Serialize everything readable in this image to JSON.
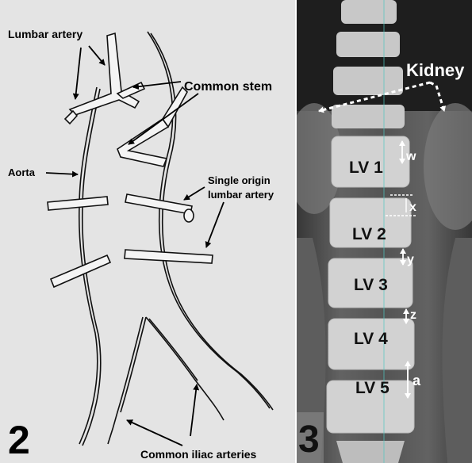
{
  "left_panel": {
    "figure_number": "2",
    "labels": {
      "lumbar_artery": "Lumbar artery",
      "common_stem": "Common stem",
      "aorta": "Aorta",
      "single_origin_line1": "Single origin",
      "single_origin_line2": "lumbar artery",
      "common_iliac": "Common iliac arteries"
    }
  },
  "right_panel": {
    "figure_number": "3",
    "kidney_label": "Kidney",
    "vertebrae": [
      "LV 1",
      "LV 2",
      "LV 3",
      "LV 4",
      "LV 5"
    ],
    "measurements": [
      "w",
      "x",
      "y",
      "z",
      "a"
    ]
  },
  "colors": {
    "sketch_bg": "#e4e4e4",
    "ink": "#111111",
    "ct_bg": "#2a2a2a",
    "bone": "#d2d2d2",
    "annotation": "#ffffff"
  }
}
